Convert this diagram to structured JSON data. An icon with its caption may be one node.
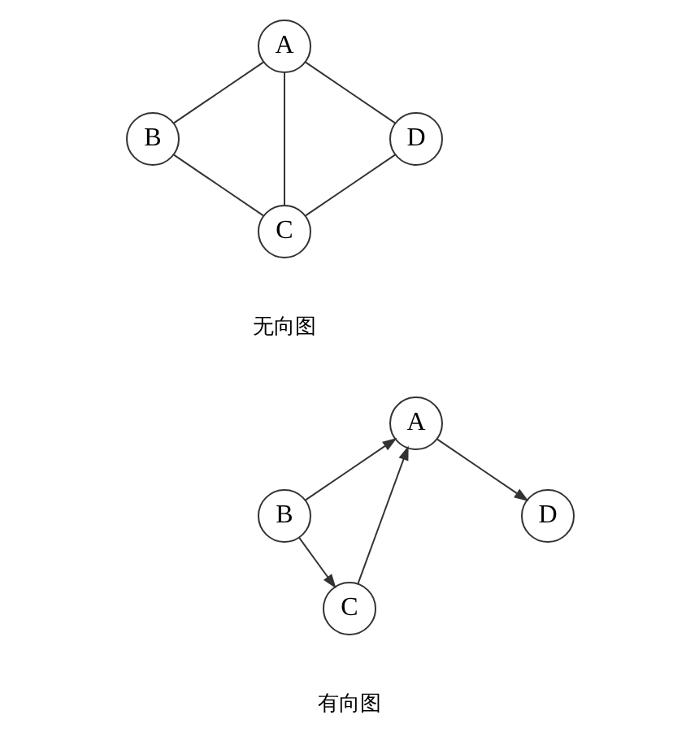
{
  "diagram": {
    "nodes": [
      {
        "text": [
          "A"
        ]
      },
      {
        "text": [
          "B"
        ]
      },
      {
        "text": [
          "C"
        ]
      },
      {
        "text": [
          "D"
        ]
      },
      {
        "text": [
          "A"
        ]
      },
      {
        "text": [
          "B"
        ]
      },
      {
        "text": [
          "C"
        ]
      },
      {
        "text": [
          "D"
        ]
      }
    ],
    "edges": [
      {
        "from": 0,
        "to": 1,
        "arrow": "none"
      },
      {
        "from": 0,
        "to": 2,
        "arrow": "none"
      },
      {
        "from": 0,
        "to": 3,
        "arrow": "none"
      },
      {
        "from": 1,
        "to": 2,
        "arrow": "none"
      },
      {
        "from": 3,
        "to": 2,
        "arrow": "none"
      },
      {
        "from": 5,
        "to": 4,
        "arrow": "to"
      },
      {
        "from": 5,
        "to": 6,
        "arrow": "to"
      },
      {
        "from": 6,
        "to": 4,
        "arrow": "to"
      },
      {
        "from": 4,
        "to": 7,
        "arrow": "to"
      }
    ],
    "labels": [
      "无向图",
      "有向图"
    ]
  }
}
